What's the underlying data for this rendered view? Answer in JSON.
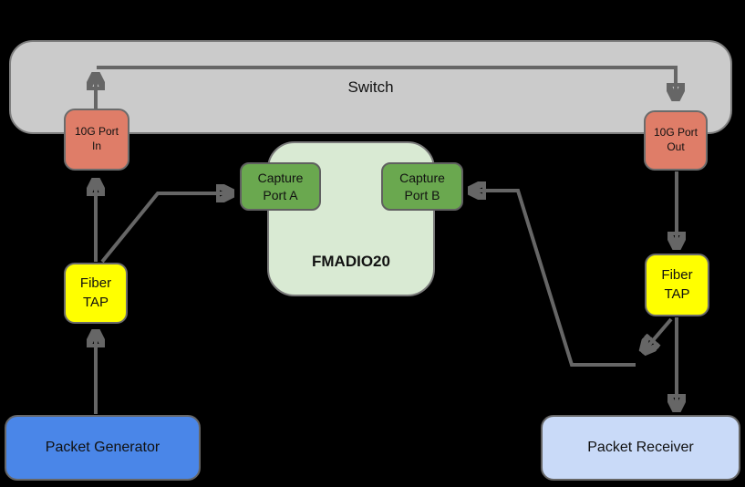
{
  "background": "#000000",
  "connector_color": "#666666",
  "nodes": {
    "switch": {
      "label": "Switch",
      "fill": "#cbcbcb"
    },
    "port_in": {
      "line1": "10G Port",
      "line2": "In",
      "fill": "#df7d68"
    },
    "port_out": {
      "line1": "10G Port",
      "line2": "Out",
      "fill": "#df7d68"
    },
    "fmadio": {
      "label": "FMADIO20",
      "fill": "#d9ead3"
    },
    "capture_a": {
      "line1": "Capture",
      "line2": "Port A",
      "fill": "#6aa84f"
    },
    "capture_b": {
      "line1": "Capture",
      "line2": "Port B",
      "fill": "#6aa84f"
    },
    "fiber_tap_left": {
      "line1": "Fiber",
      "line2": "TAP",
      "fill": "#ffff00"
    },
    "fiber_tap_right": {
      "line1": "Fiber",
      "line2": "TAP",
      "fill": "#ffff00"
    },
    "packet_generator": {
      "label": "Packet Generator",
      "fill": "#4a86e8"
    },
    "packet_receiver": {
      "label": "Packet Receiver",
      "fill": "#c9daf8"
    }
  }
}
